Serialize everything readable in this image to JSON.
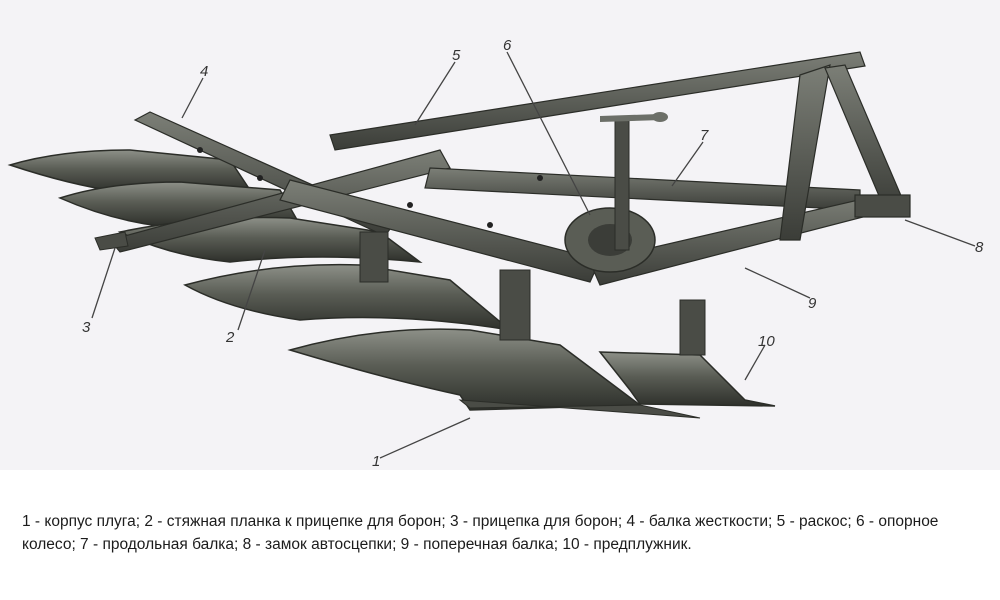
{
  "figure": {
    "callouts": [
      "1",
      "2",
      "3",
      "4",
      "5",
      "6",
      "7",
      "8",
      "9",
      "10"
    ],
    "colors": {
      "metal_dark": "#3b3d38",
      "metal_mid": "#5a5d55",
      "metal_light": "#8d9088",
      "leader": "#444444"
    }
  },
  "caption": "1 - корпус плуга; 2 - стяжная планка к прицепке для борон; 3 - прицепка для борон; 4 - балка жесткости; 5 - раскос; 6 - опорное колесо; 7 - продольная балка; 8 - замок автосцепки; 9 - поперечная балка; 10 - предплужник."
}
